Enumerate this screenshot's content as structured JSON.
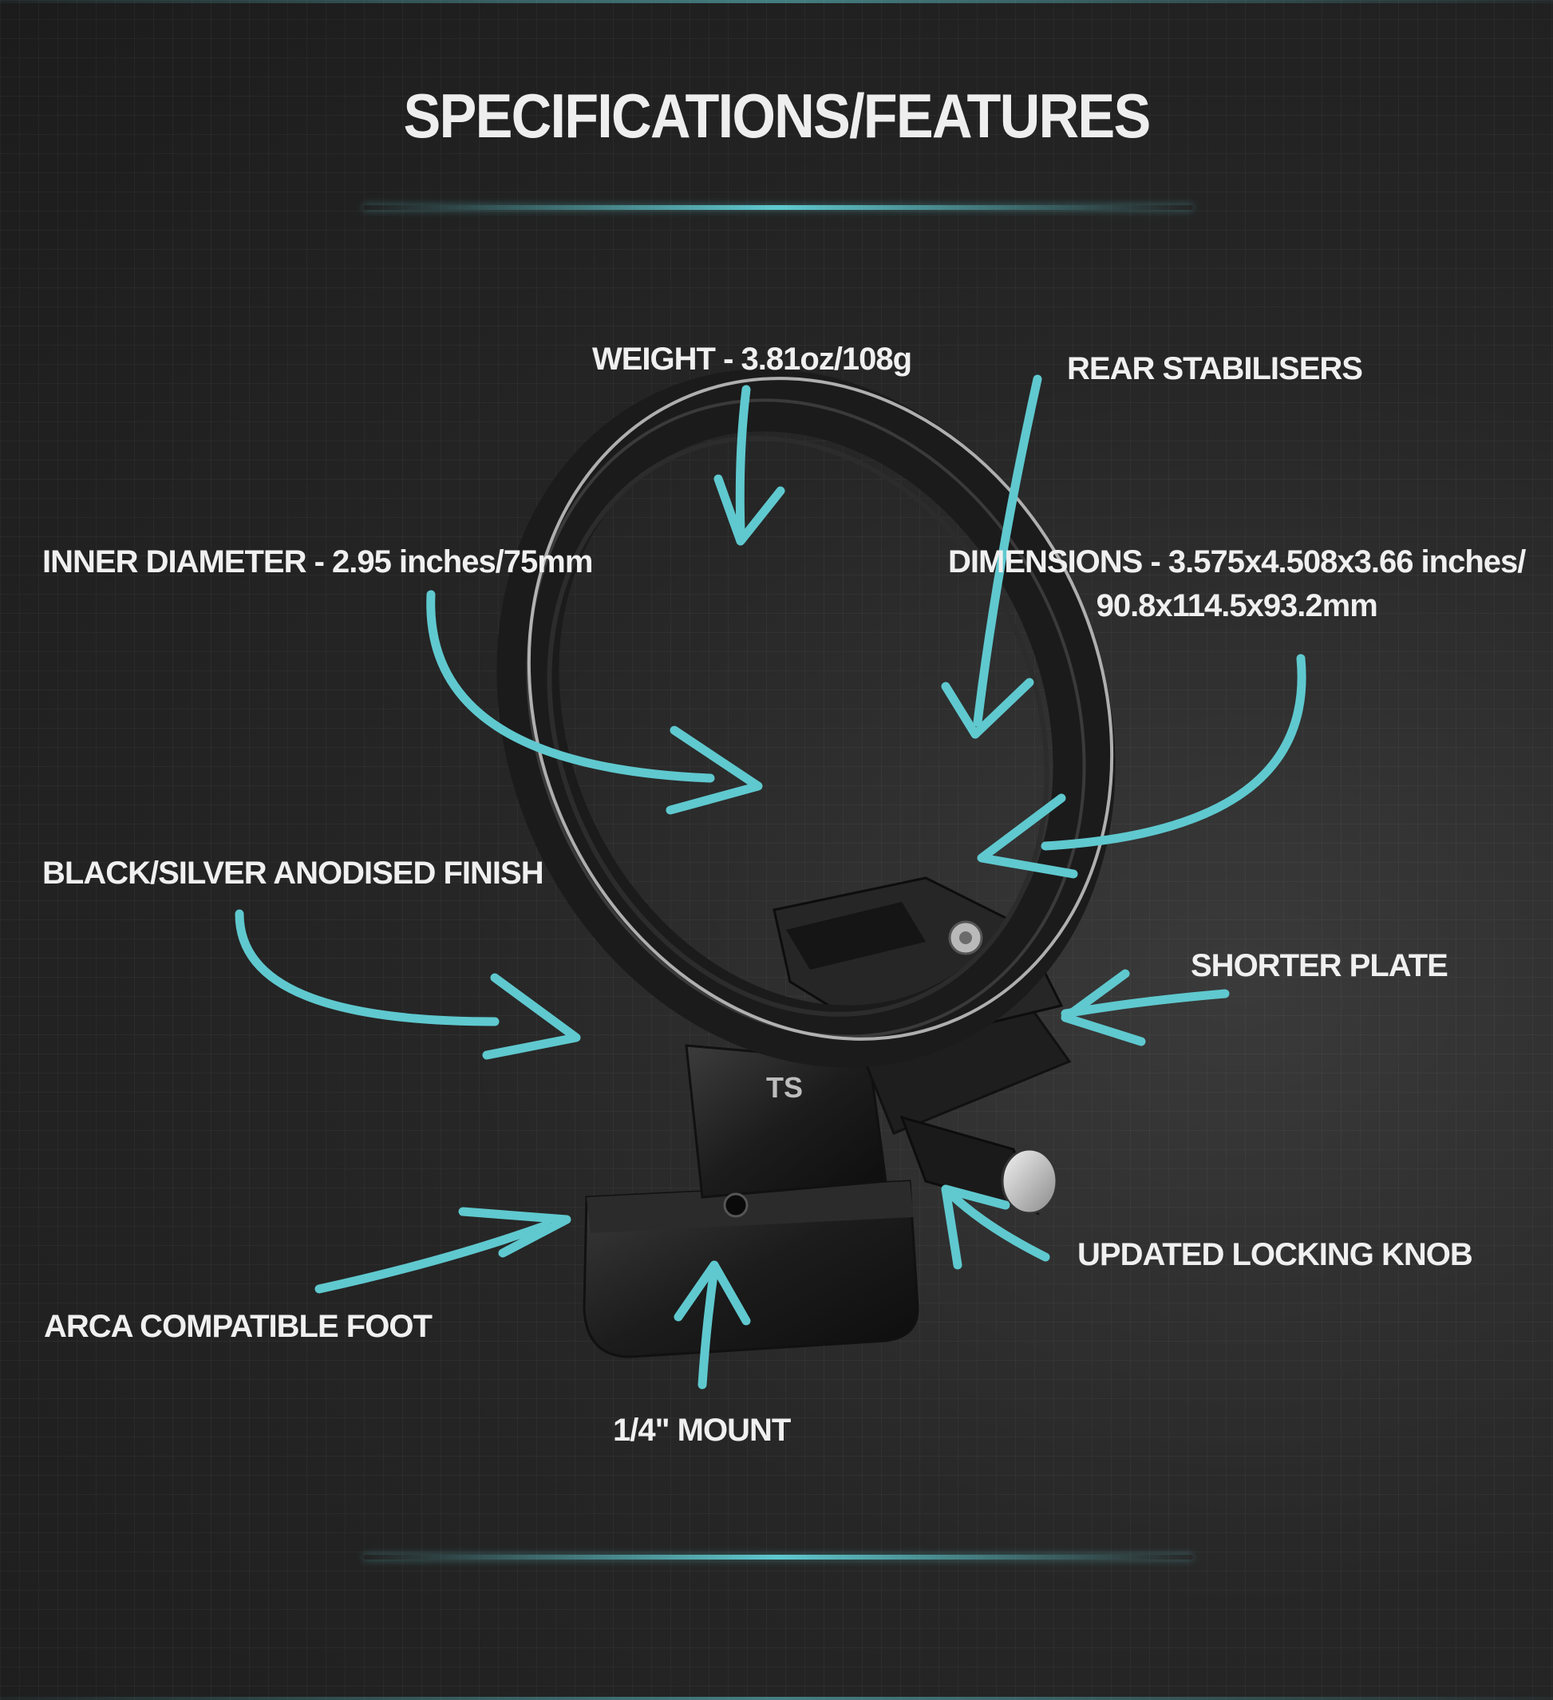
{
  "title": "SPECIFICATIONS/FEATURES",
  "accent_color": "#5fc9cf",
  "labels": {
    "weight": "WEIGHT - 3.81oz/108g",
    "rear_stabilisers": "REAR STABILISERS",
    "inner_diameter": "INNER DIAMETER - 2.95 inches/75mm",
    "dimensions_line1": "DIMENSIONS - 3.575x4.508x3.66 inches/",
    "dimensions_line2": "90.8x114.5x93.2mm",
    "finish": "BLACK/SILVER ANODISED FINISH",
    "shorter_plate": "SHORTER PLATE",
    "locking_knob": "UPDATED LOCKING KNOB",
    "arca_foot": "ARCA COMPATIBLE FOOT",
    "mount": "1/4\" MOUNT"
  }
}
